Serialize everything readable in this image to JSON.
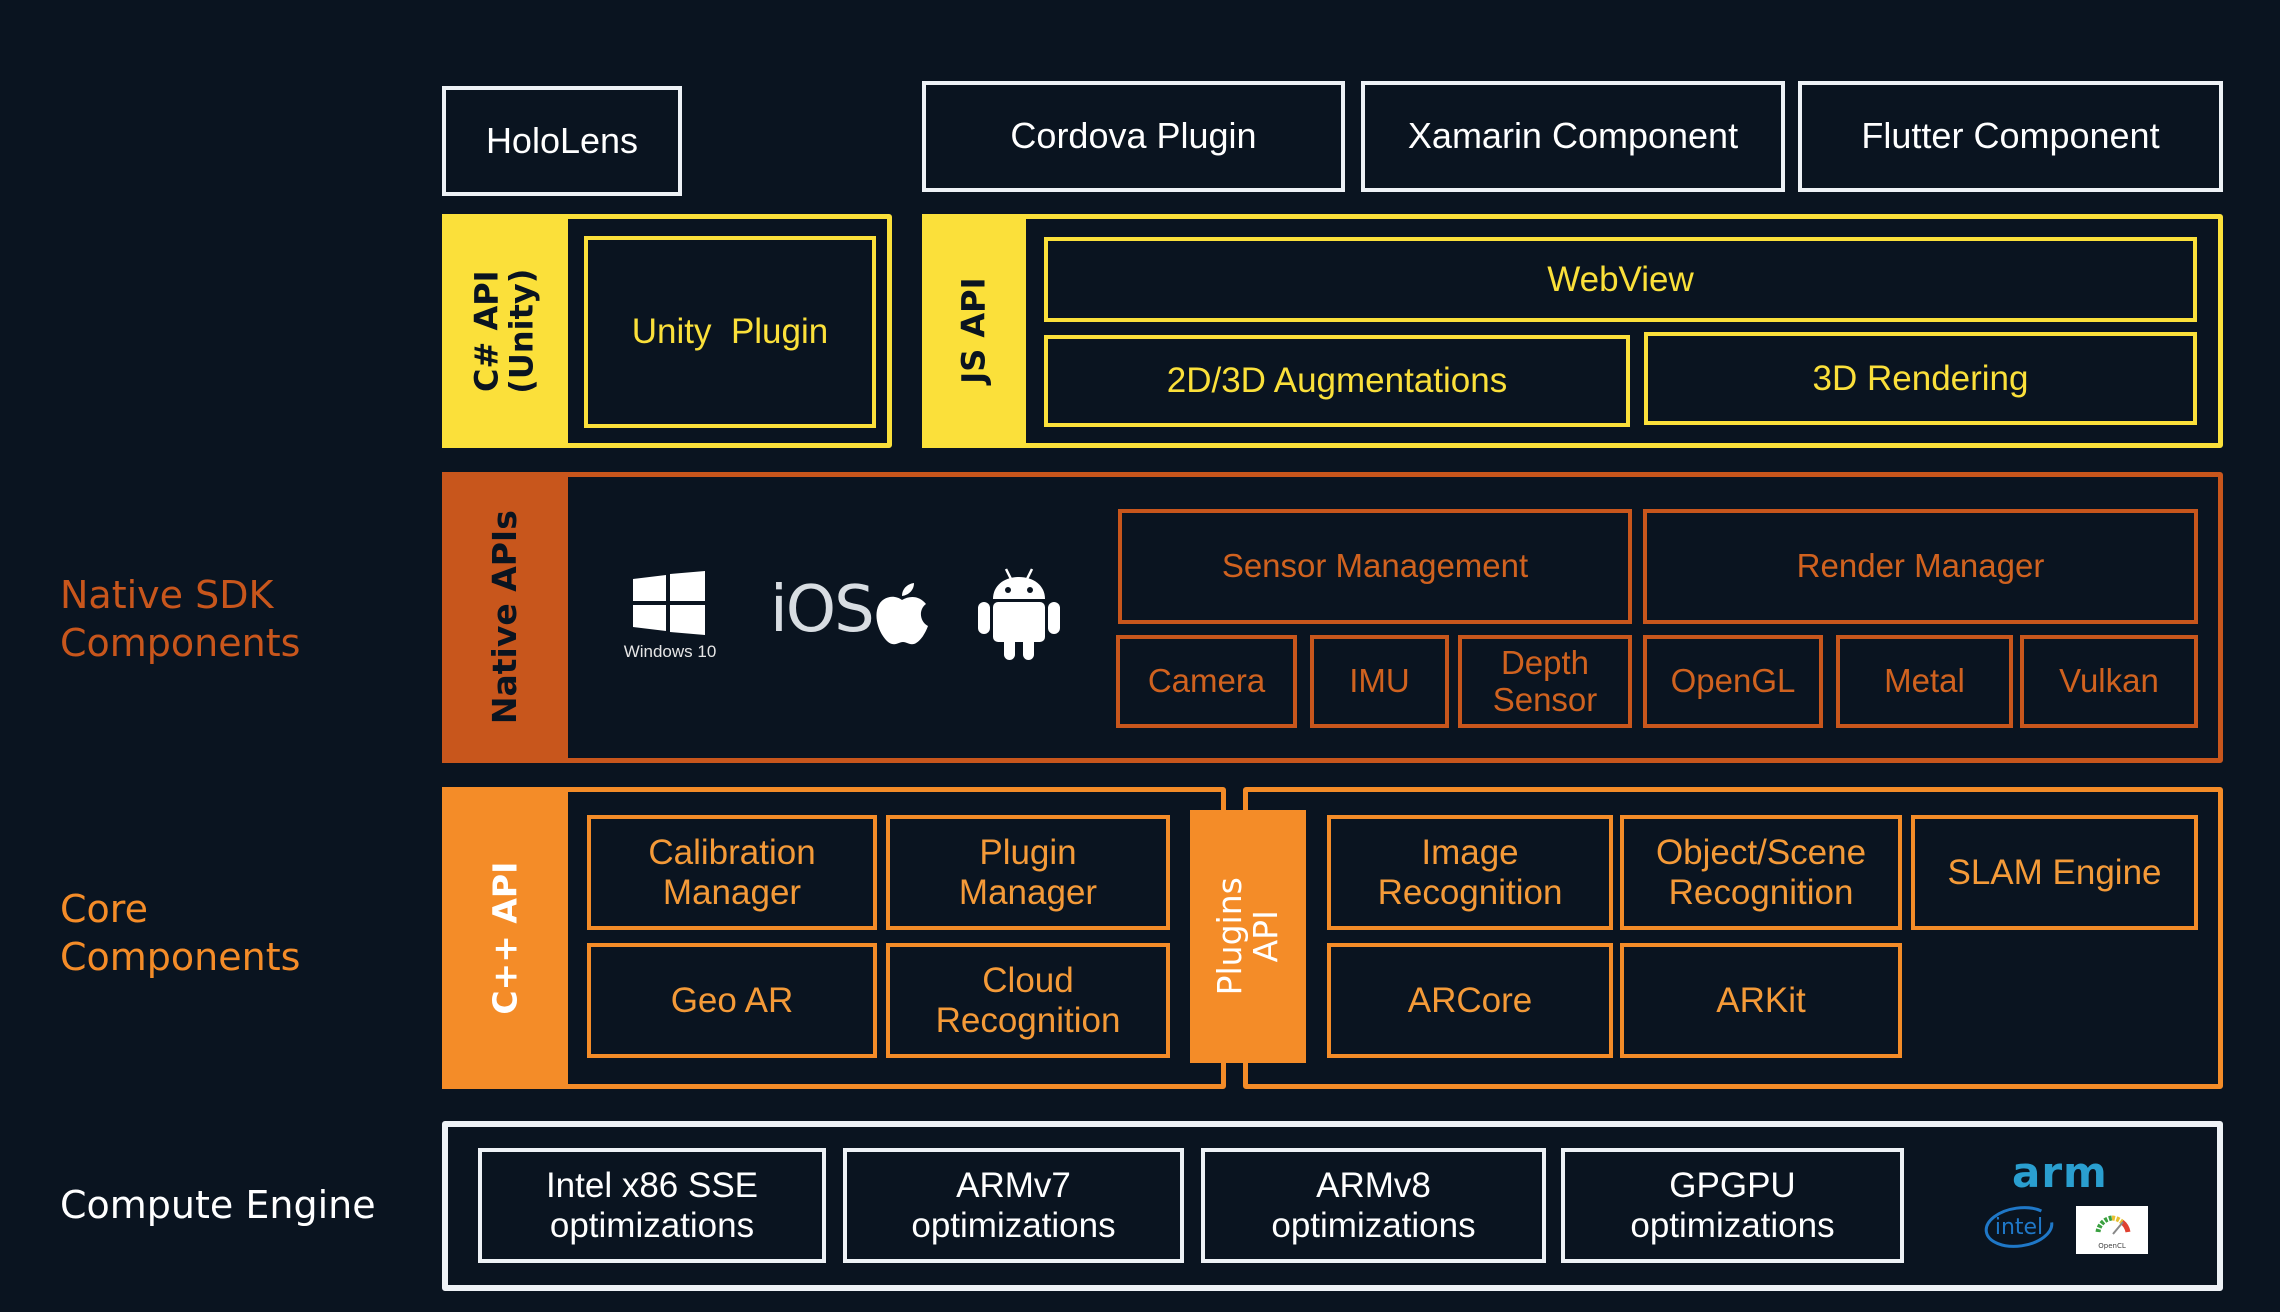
{
  "colors": {
    "background": "#0a1420",
    "white": "#eef2f6",
    "yellow": "#fbe03a",
    "native_orange": "#c8561c",
    "core_orange": "#f48c28",
    "arm_blue": "#2a9fd0",
    "intel_blue": "#1f78c8"
  },
  "side_labels": {
    "native_sdk": [
      "Native SDK",
      "Components"
    ],
    "core": [
      "Core",
      "Components"
    ],
    "compute": "Compute Engine"
  },
  "top_row": {
    "hololens": "HoloLens",
    "cordova": "Cordova Plugin",
    "xamarin": "Xamarin Component",
    "flutter": "Flutter Component"
  },
  "csharp_layer": {
    "bar_label": [
      "C# API",
      "(Unity)"
    ],
    "unity_plugin": "Unity  Plugin"
  },
  "js_layer": {
    "bar_label": "JS API",
    "webview": "WebView",
    "augmentations": "2D/3D Augmentations",
    "rendering": "3D Rendering"
  },
  "native_layer": {
    "bar_label": "Native APIs",
    "platforms": {
      "windows_caption": "Windows 10",
      "ios_label": "iOS"
    },
    "sensor_management": "Sensor Management",
    "render_manager": "Render Manager",
    "sensors": [
      "Camera",
      "IMU",
      "Depth Sensor"
    ],
    "renderers": [
      "OpenGL",
      "Metal",
      "Vulkan"
    ]
  },
  "core_layer": {
    "bar_label": "C++ API",
    "plugins_bar_label": [
      "Plugins",
      "API"
    ],
    "left_modules": [
      "Calibration Manager",
      "Plugin Manager",
      "Geo AR",
      "Cloud Recognition"
    ],
    "plugin_modules": [
      "Image Recognition",
      "Object/Scene Recognition",
      "SLAM Engine",
      "ARCore",
      "ARKit"
    ]
  },
  "compute_layer": {
    "optimizations": [
      [
        "Intel x86 SSE",
        "optimizations"
      ],
      [
        "ARMv7",
        "optimizations"
      ],
      [
        "ARMv8",
        "optimizations"
      ],
      [
        "GPGPU",
        "optimizations"
      ]
    ],
    "logos": {
      "arm": "arm",
      "intel": "intel",
      "opencl": "OpenCL"
    }
  }
}
